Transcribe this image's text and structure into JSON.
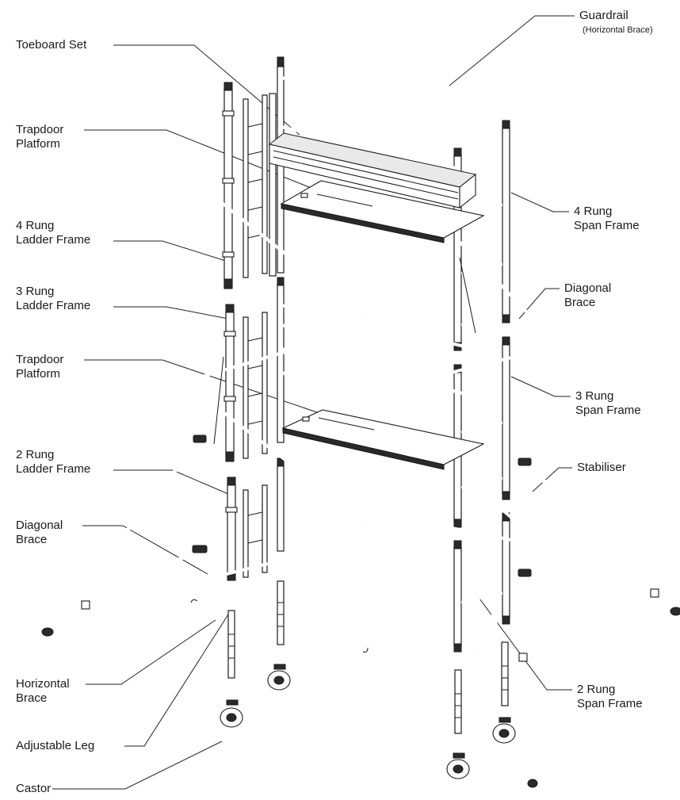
{
  "labels": {
    "guardrail": "Guardrail",
    "guardrail_sub": "(Horizontal Brace)",
    "toeboard": "Toeboard Set",
    "trapdoor_top_1": "Trapdoor",
    "trapdoor_top_2": "Platform",
    "ladder4_1": "4 Rung",
    "ladder4_2": "Ladder Frame",
    "ladder3_1": "3 Rung",
    "ladder3_2": "Ladder Frame",
    "trapdoor_mid_1": "Trapdoor",
    "trapdoor_mid_2": "Platform",
    "ladder2_1": "2 Rung",
    "ladder2_2": "Ladder Frame",
    "diag_left_1": "Diagonal",
    "diag_left_2": "Brace",
    "horiz_1": "Horizontal",
    "horiz_2": "Brace",
    "adjustable_leg": "Adjustable Leg",
    "castor": "Castor",
    "span4_1": "4 Rung",
    "span4_2": "Span Frame",
    "diag_right_1": "Diagonal",
    "diag_right_2": "Brace",
    "span3_1": "3 Rung",
    "span3_2": "Span Frame",
    "stabiliser": "Stabiliser",
    "span2_1": "2 Rung",
    "span2_2": "Span Frame"
  },
  "colors": {
    "line": "#1a1a1a",
    "background": "#ffffff",
    "text": "#1a1a1a"
  }
}
